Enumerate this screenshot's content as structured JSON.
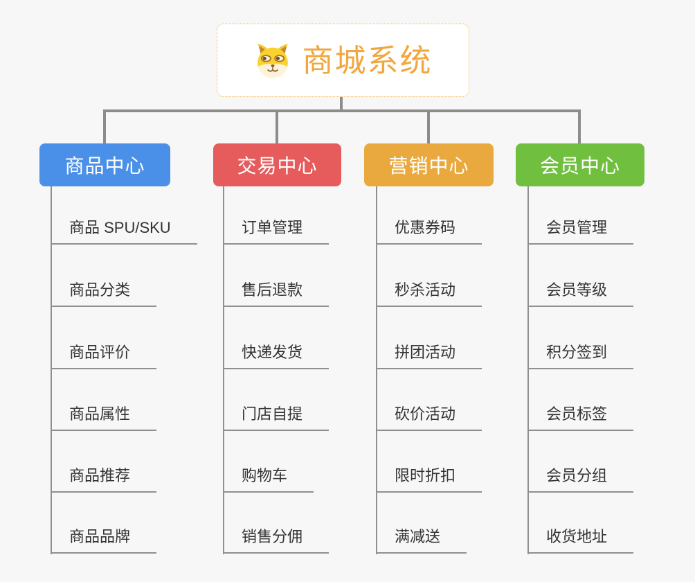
{
  "root": {
    "title": "商城系统",
    "icon": "doge-icon"
  },
  "branches": [
    {
      "label": "商品中心",
      "color": "#4a8fe8",
      "items": [
        "商品 SPU/SKU",
        "商品分类",
        "商品评价",
        "商品属性",
        "商品推荐",
        "商品品牌"
      ]
    },
    {
      "label": "交易中心",
      "color": "#e65c5c",
      "items": [
        "订单管理",
        "售后退款",
        "快递发货",
        "门店自提",
        "购物车",
        "销售分佣"
      ]
    },
    {
      "label": "营销中心",
      "color": "#eaa93e",
      "items": [
        "优惠券码",
        "秒杀活动",
        "拼团活动",
        "砍价活动",
        "限时折扣",
        "满减送"
      ]
    },
    {
      "label": "会员中心",
      "color": "#70bf3e",
      "items": [
        "会员管理",
        "会员等级",
        "积分签到",
        "会员标签",
        "会员分组",
        "收货地址"
      ]
    }
  ],
  "colors": {
    "background": "#f7f7f7",
    "root_accent": "#f2a63e",
    "root_border": "#f2b451",
    "connector_line": "#8c8c8c",
    "leaf_underline": "#8f8f8f",
    "leaf_text": "#333333"
  }
}
